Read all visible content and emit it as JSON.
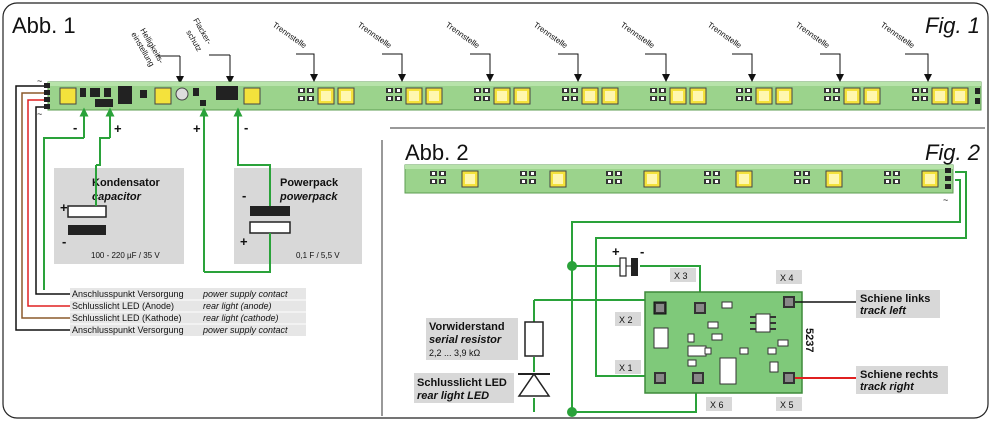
{
  "fig1": {
    "title_de": "Abb. 1",
    "title_en": "Fig. 1",
    "label_helligkeit_1": "Helligkeits-",
    "label_helligkeit_2": "einstellung",
    "label_flacker_1": "Flacker-",
    "label_flacker_2": "schutz",
    "label_trennstelle": "Trennstelle",
    "tilde": "~",
    "minus": "-",
    "plus": "+",
    "capacitor_title_de": "Kondensator",
    "capacitor_title_en": "capacitor",
    "capacitor_spec": "100 - 220 µF / 35 V",
    "powerpack_title_de": "Powerpack",
    "powerpack_title_en": "powerpack",
    "powerpack_spec": "0,1 F / 5,5 V",
    "wire_labels": [
      {
        "de": "Anschlusspunkt Versorgung",
        "en": "power supply contact"
      },
      {
        "de": "Schlusslicht LED (Anode)",
        "en": "rear light (anode)"
      },
      {
        "de": "Schlusslicht LED (Kathode)",
        "en": "rear light (cathode)"
      },
      {
        "de": "Anschlusspunkt Versorgung",
        "en": "power supply contact"
      }
    ]
  },
  "fig2": {
    "title_de": "Abb. 2",
    "title_en": "Fig. 2",
    "tilde": "~",
    "resistor_de": "Vorwiderstand",
    "resistor_en": "serial resistor",
    "resistor_value": "2,2 ... 3,9 kΩ",
    "led_de": "Schlusslicht LED",
    "led_en": "rear light LED",
    "rail_left_de": "Schiene links",
    "rail_left_en": "track left",
    "rail_right_de": "Schiene rechts",
    "rail_right_en": "track right",
    "part_number": "5237",
    "pads": [
      "X 1",
      "X 2",
      "X 3",
      "X 4",
      "X 5",
      "X 6"
    ],
    "cap_plus": "+",
    "cap_minus": "-"
  },
  "colors": {
    "strip": "#9bd38c",
    "strip_edge": "#5e9e52",
    "led": "#f4e23c",
    "green_wire": "#2aa23a",
    "red_wire": "#e02020",
    "brown_wire": "#8b5a2b",
    "box": "#d8d8d8",
    "pcb": "#7fc97a"
  }
}
